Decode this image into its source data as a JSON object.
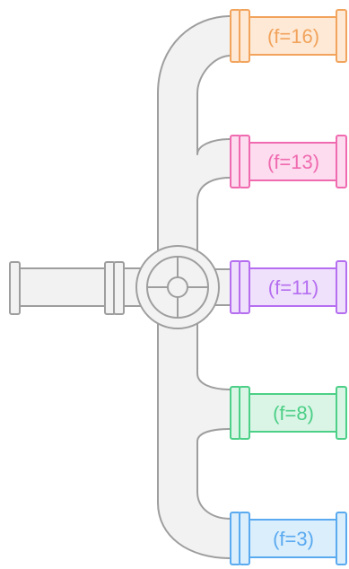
{
  "diagram": {
    "pipe_fill": "#f2f2f2",
    "pipe_stroke": "#9e9e9e",
    "outlets": [
      {
        "label": "(f=16)",
        "color": "#f2a35c",
        "fill": "#fde9d6"
      },
      {
        "label": "(f=13)",
        "color": "#f06ab0",
        "fill": "#fcdcee"
      },
      {
        "label": "(f=11)",
        "color": "#b56ef0",
        "fill": "#efe0fb"
      },
      {
        "label": "(f=8)",
        "color": "#4ccf86",
        "fill": "#daf5e6"
      },
      {
        "label": "(f=3)",
        "color": "#5aaaf0",
        "fill": "#dbeefc"
      }
    ]
  }
}
